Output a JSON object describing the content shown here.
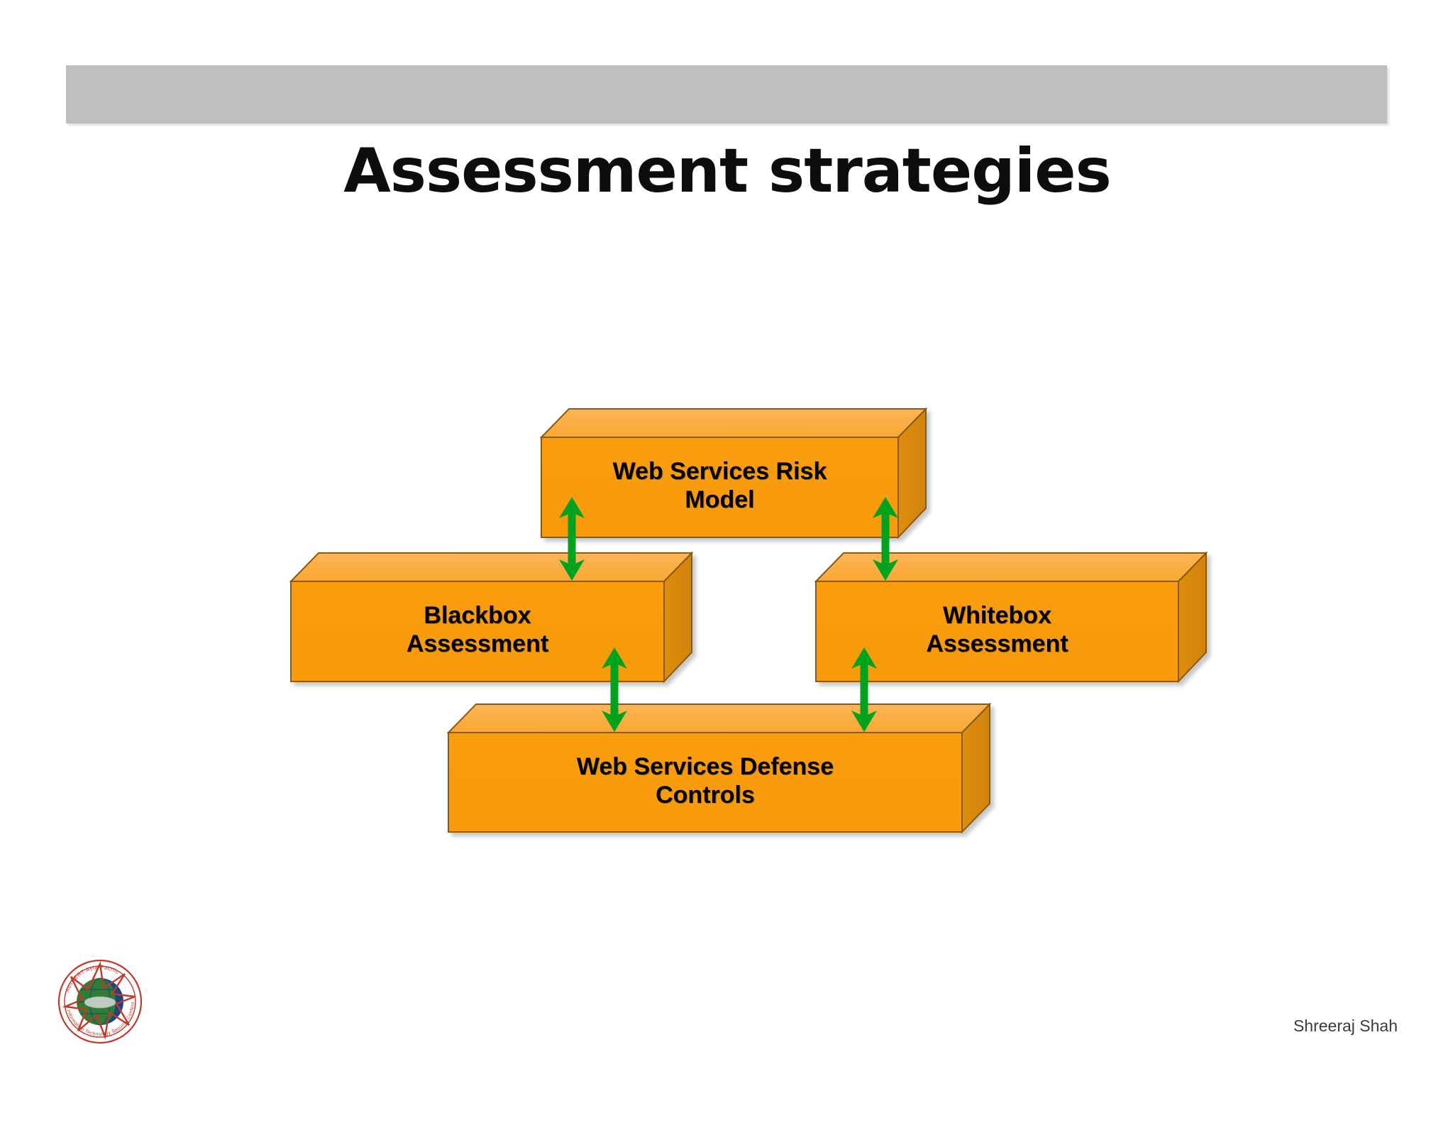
{
  "slide": {
    "title": "Assessment strategies",
    "background_color": "#FFFFFF",
    "header_bar_color": "#BFBFBF"
  },
  "palette": {
    "box_top_face": "#FBAE42",
    "box_front_face": "#F89B0C",
    "box_side_face": "#D98A0A",
    "box_outline": "#8A5A08",
    "arrow_color": "#00A21E",
    "title_color": "#0D0D0D"
  },
  "diagram": {
    "type": "flow-diagram",
    "nodes": [
      {
        "id": "risk-model",
        "label_line1": "Web Services Risk",
        "label_line2": "Model",
        "label": "Web Services Risk Model",
        "position": "top-center"
      },
      {
        "id": "blackbox",
        "label_line1": "Blackbox",
        "label_line2": "Assessment",
        "label": "Blackbox Assessment",
        "position": "middle-left"
      },
      {
        "id": "whitebox",
        "label_line1": "Whitebox",
        "label_line2": "Assessment",
        "label": "Whitebox Assessment",
        "position": "middle-right"
      },
      {
        "id": "defense-controls",
        "label_line1": "Web Services Defense",
        "label_line2": "Controls",
        "label": "Web Services Defense Controls",
        "position": "bottom-center"
      }
    ],
    "connectors": [
      {
        "from": "risk-model",
        "to": "blackbox",
        "style": "double-headed-arrow"
      },
      {
        "from": "risk-model",
        "to": "whitebox",
        "style": "double-headed-arrow"
      },
      {
        "from": "blackbox",
        "to": "defense-controls",
        "style": "double-headed-arrow"
      },
      {
        "from": "whitebox",
        "to": "defense-controls",
        "style": "double-headed-arrow"
      }
    ]
  },
  "footer": {
    "author": "Shreeraj Shah",
    "logo_name": "conference-logo"
  }
}
